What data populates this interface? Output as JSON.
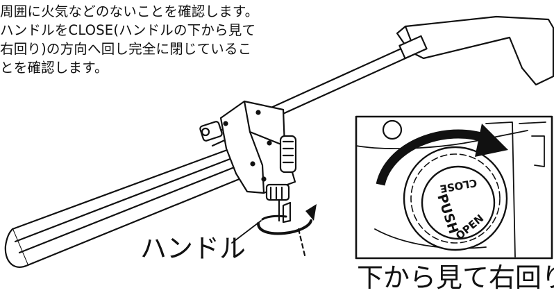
{
  "instructions": {
    "lines": [
      "周囲に火気などのないことを確認します。",
      "ハンドルをCLOSE(ハンドルの下から見て",
      "右回り)の方向へ回し完全に閉じているこ",
      "とを確認します。"
    ]
  },
  "labels": {
    "handle": "ハンドル",
    "view_from_below": "下から見て右回り"
  },
  "knob": {
    "close": "CLOSE",
    "push": "PUSH",
    "open": "OPEN"
  },
  "colors": {
    "line": "#111111",
    "fill": "#ffffff"
  },
  "icons": [
    "rotation-arrow-icon",
    "clockwise-arrow-icon"
  ]
}
